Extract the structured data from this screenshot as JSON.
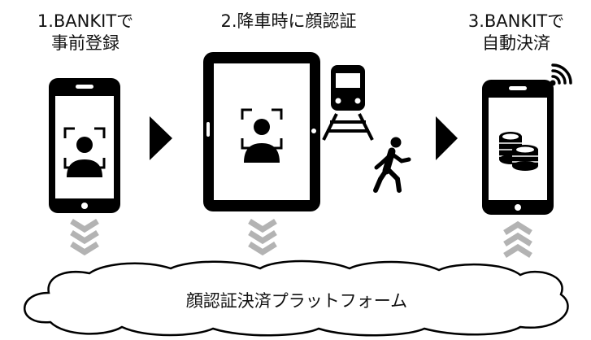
{
  "steps": [
    {
      "line1": "1.BANKITで",
      "line2": "事前登録"
    },
    {
      "line1": "2.降車時に顔認証",
      "line2": ""
    },
    {
      "line1": "3.BANKITで",
      "line2": "自動決済"
    }
  ],
  "platform": {
    "label": "顔認証決済プラットフォーム"
  },
  "icons": [
    "phone-icon",
    "face-scan-icon",
    "tablet-icon",
    "train-icon",
    "walking-person-icon",
    "coins-icon",
    "wifi-signal-icon",
    "chevrons-down-icon",
    "chevrons-up-icon",
    "arrow-right-icon",
    "cloud-icon"
  ],
  "colors": {
    "foreground": "#000000",
    "chevron": "#b3b3b3",
    "background": "#ffffff"
  }
}
